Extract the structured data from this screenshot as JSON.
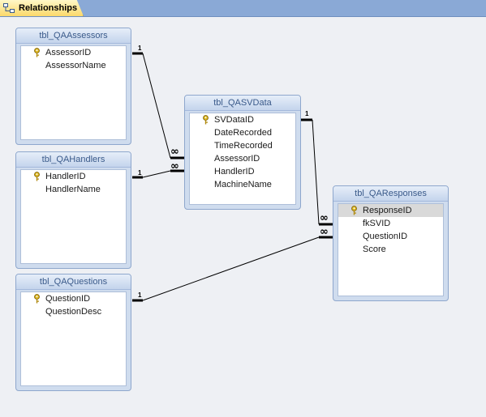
{
  "tab": {
    "label": "Relationships",
    "icon": "relationships-icon"
  },
  "tables": {
    "assessors": {
      "title": "tbl_QAAssessors",
      "fields": [
        {
          "name": "AssessorID",
          "key": true
        },
        {
          "name": "AssessorName",
          "key": false
        }
      ]
    },
    "handlers": {
      "title": "tbl_QAHandlers",
      "fields": [
        {
          "name": "HandlerID",
          "key": true
        },
        {
          "name": "HandlerName",
          "key": false
        }
      ]
    },
    "questions": {
      "title": "tbl_QAQuestions",
      "fields": [
        {
          "name": "QuestionID",
          "key": true
        },
        {
          "name": "QuestionDesc",
          "key": false
        }
      ]
    },
    "svdata": {
      "title": "tbl_QASVData",
      "fields": [
        {
          "name": "SVDataID",
          "key": true
        },
        {
          "name": "DateRecorded",
          "key": false
        },
        {
          "name": "TimeRecorded",
          "key": false
        },
        {
          "name": "AssessorID",
          "key": false
        },
        {
          "name": "HandlerID",
          "key": false
        },
        {
          "name": "MachineName",
          "key": false
        }
      ]
    },
    "responses": {
      "title": "tbl_QAResponses",
      "fields": [
        {
          "name": "ResponseID",
          "key": true,
          "selected": true
        },
        {
          "name": "fkSVID",
          "key": false
        },
        {
          "name": "QuestionID",
          "key": false
        },
        {
          "name": "Score",
          "key": false
        }
      ]
    }
  },
  "relationships": [
    {
      "from": "tbl_QAAssessors.AssessorID",
      "to": "tbl_QASVData.AssessorID",
      "one": "1",
      "many": "∞"
    },
    {
      "from": "tbl_QAHandlers.HandlerID",
      "to": "tbl_QASVData.HandlerID",
      "one": "1",
      "many": "∞"
    },
    {
      "from": "tbl_QASVData.SVDataID",
      "to": "tbl_QAResponses.fkSVID",
      "one": "1",
      "many": "∞"
    },
    {
      "from": "tbl_QAQuestions.QuestionID",
      "to": "tbl_QAResponses.QuestionID",
      "one": "1",
      "many": "∞"
    }
  ],
  "colors": {
    "tab_bar": "#8aa9d6",
    "tab_active": "#fbd86a",
    "window_border": "#8ea7cd",
    "title_text": "#3a5a8a",
    "key": "#d8b21c"
  }
}
